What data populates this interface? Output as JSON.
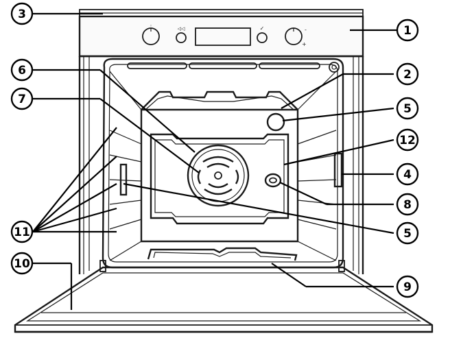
{
  "callouts": [
    {
      "id": "1",
      "label": "1"
    },
    {
      "id": "2",
      "label": "2"
    },
    {
      "id": "3",
      "label": "3"
    },
    {
      "id": "4",
      "label": "4"
    },
    {
      "id": "5a",
      "label": "5"
    },
    {
      "id": "5b",
      "label": "5"
    },
    {
      "id": "6",
      "label": "6"
    },
    {
      "id": "7",
      "label": "7"
    },
    {
      "id": "8",
      "label": "8"
    },
    {
      "id": "9",
      "label": "9"
    },
    {
      "id": "10",
      "label": "10"
    },
    {
      "id": "11",
      "label": "11"
    },
    {
      "id": "12",
      "label": "12"
    }
  ],
  "control_panel": {
    "icons": [
      "timer-icon",
      "rewind-icon",
      "check-icon"
    ],
    "knob_marks": [
      "-",
      "+"
    ]
  }
}
